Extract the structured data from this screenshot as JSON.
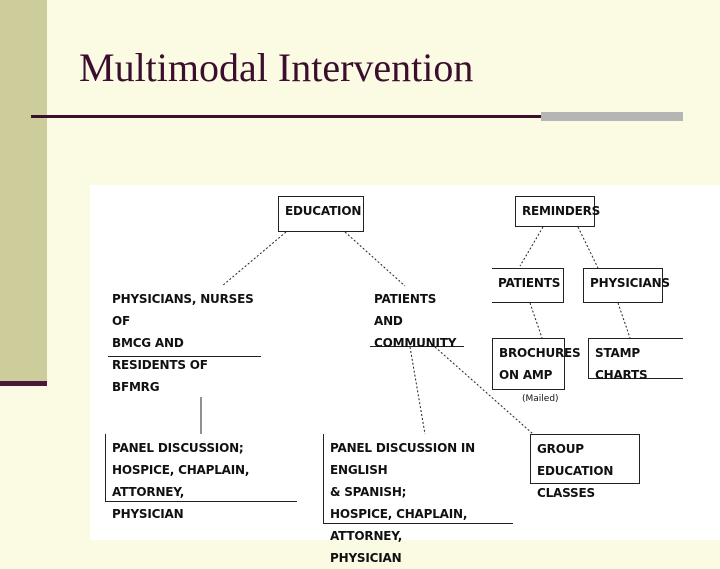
{
  "slide": {
    "title": "Multimodal Intervention"
  },
  "diagram": {
    "education": "EDUCATION",
    "reminders": "REMINDERS",
    "physicians_nurses": "PHYSICIANS, NURSES OF\nBMCG AND RESIDENTS OF\nBFMRG",
    "patients_community": "PATIENTS AND\nCOMMUNITY",
    "reminder_patients": "PATIENTS",
    "reminder_physicians": "PHYSICIANS",
    "brochures": "BROCHURES\nON AMP",
    "brochures_note": "(Mailed)",
    "stamp_charts": "STAMP CHARTS",
    "panel_discussion_staff": "PANEL DISCUSSION;\nHOSPICE, CHAPLAIN, ATTORNEY,\nPHYSICIAN",
    "panel_discussion_bilingual": "PANEL DISCUSSION IN ENGLISH\n& SPANISH;\nHOSPICE, CHAPLAIN, ATTORNEY,\nPHYSICIAN",
    "group_education": "GROUP EDUCATION\nCLASSES"
  }
}
